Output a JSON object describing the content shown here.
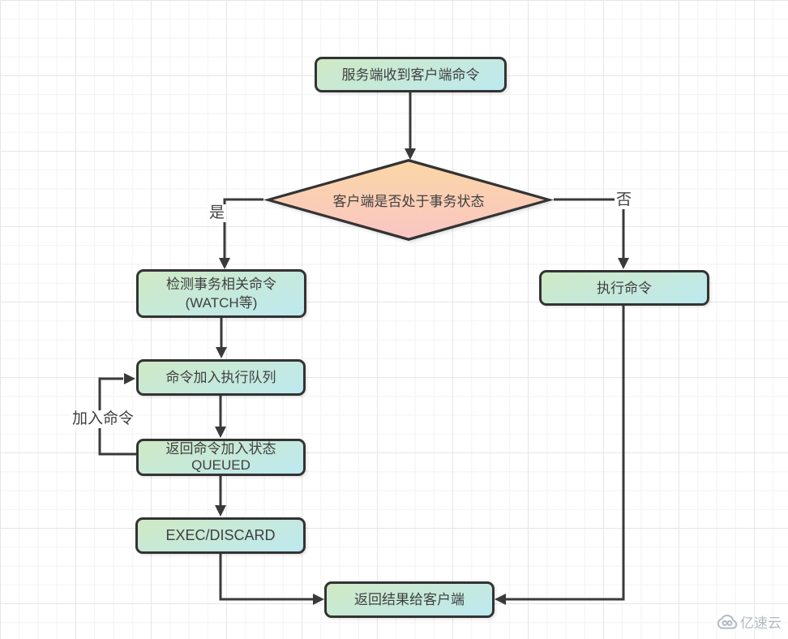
{
  "flowchart": {
    "nodes": {
      "start": {
        "label": "服务端收到客户端命令"
      },
      "decision": {
        "label": "客户端是否处于事务状态"
      },
      "detect": {
        "label": "检测事务相关命令\n(WATCH等)"
      },
      "execute": {
        "label": "执行命令"
      },
      "enqueue": {
        "label": "命令加入执行队列"
      },
      "queued": {
        "label": "返回命令加入状态\nQUEUED"
      },
      "exec_discard": {
        "label": "EXEC/DISCARD"
      },
      "result": {
        "label": "返回结果给客户端"
      }
    },
    "edge_labels": {
      "yes": "是",
      "no": "否",
      "loop": "加入命令"
    }
  },
  "watermark": {
    "brand": "亿速云",
    "icon": "cloud-logo"
  },
  "colors": {
    "canvas_bg": "#ffffff",
    "grid_minor": "#f2f2f2",
    "grid_major": "#e6e6e6",
    "node_border": "#333333",
    "node_grad_top": "#cfe9c4",
    "node_grad_bottom": "#bde9f0",
    "diamond_grad_top": "#fbd7a4",
    "diamond_grad_bottom": "#f9c5c5",
    "connector": "#3a3a3a",
    "text": "#3f3f3f",
    "watermark": "#b3bac4"
  }
}
